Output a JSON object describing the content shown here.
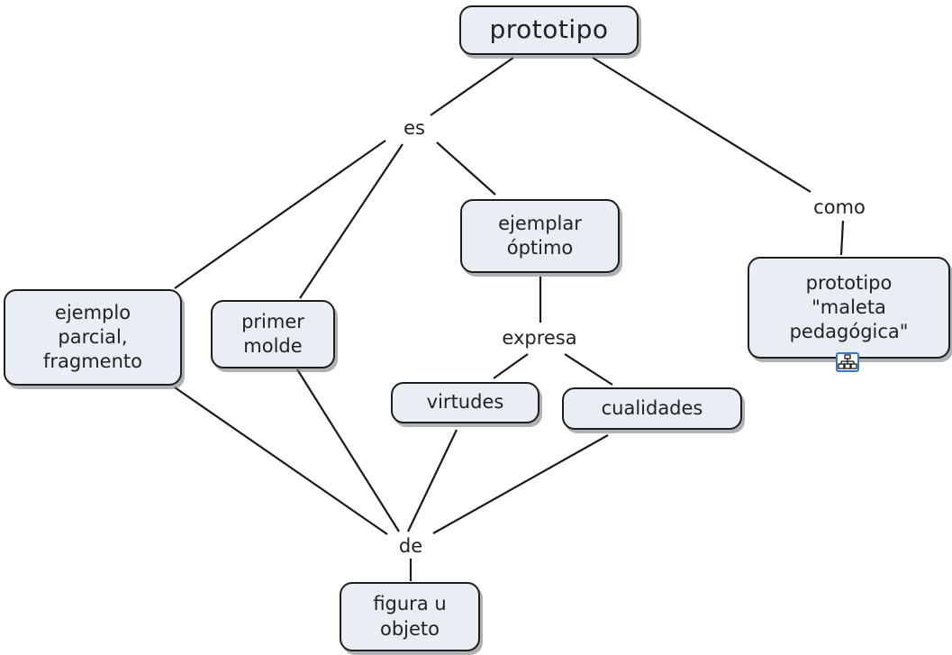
{
  "concept_map": {
    "concepts": {
      "prototipo": "prototipo",
      "ejemplar_optimo": "ejemplar\nóptimo",
      "prototipo_maleta": "prototipo\n\"maleta\npedagógica\"",
      "ejemplo_parcial": "ejemplo\nparcial,\nfragmento",
      "primer_molde": "primer\nmolde",
      "virtudes": "virtudes",
      "cualidades": "cualidades",
      "figura_objeto": "figura u\nobjeto"
    },
    "linking_phrases": {
      "es": "es",
      "como": "como",
      "expresa": "expresa",
      "de": "de"
    },
    "connections": [
      [
        "prototipo",
        "es"
      ],
      [
        "prototipo",
        "como"
      ],
      [
        "es",
        "ejemplar_optimo"
      ],
      [
        "es",
        "ejemplo_parcial"
      ],
      [
        "es",
        "primer_molde"
      ],
      [
        "como",
        "prototipo_maleta"
      ],
      [
        "ejemplar_optimo",
        "expresa"
      ],
      [
        "expresa",
        "virtudes"
      ],
      [
        "expresa",
        "cualidades"
      ],
      [
        "ejemplo_parcial",
        "de"
      ],
      [
        "primer_molde",
        "de"
      ],
      [
        "virtudes",
        "de"
      ],
      [
        "cualidades",
        "de"
      ],
      [
        "de",
        "figura_objeto"
      ]
    ],
    "attached_icon": "concept-map-link-icon",
    "colors": {
      "node_fill": "#e8eef3",
      "node_border": "#1e1e1e",
      "line": "#1a1a1a",
      "icon_accent": "#3a74c4"
    }
  }
}
